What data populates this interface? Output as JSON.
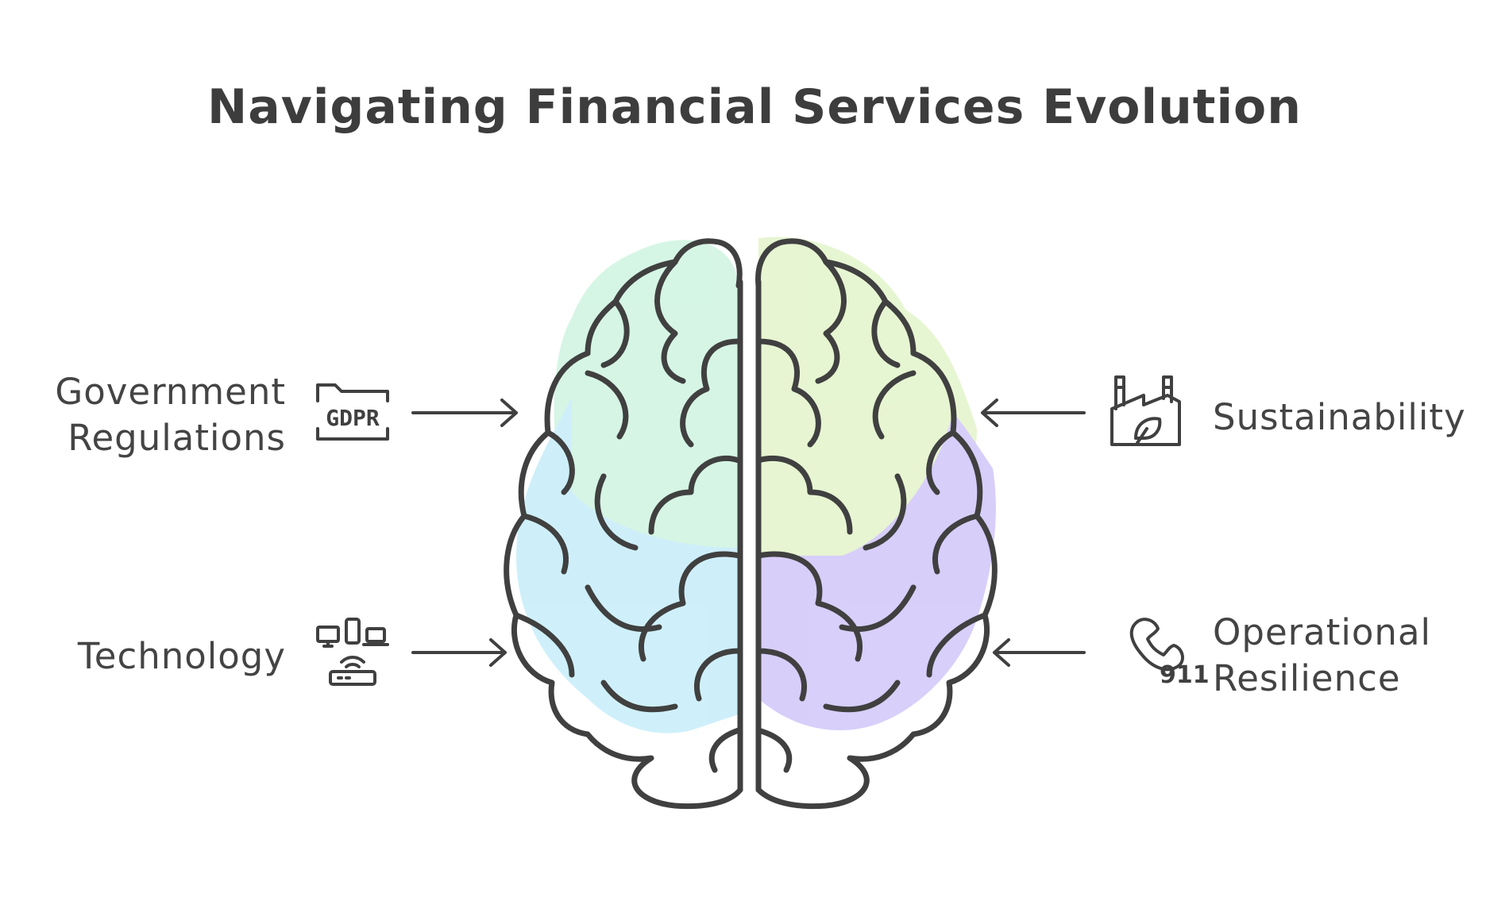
{
  "title": "Navigating Financial Services Evolution",
  "colors": {
    "stroke": "#404040",
    "green": "#d4f5e4",
    "lime": "#e6f5d0",
    "blue": "#cceffa",
    "purple": "#d6ccfa"
  },
  "labels": {
    "government_regulations": [
      "Government",
      "Regulations"
    ],
    "technology": [
      "Technology"
    ],
    "sustainability": [
      "Sustainability"
    ],
    "operational_resilience": [
      "Operational",
      "Resilience"
    ]
  },
  "icons": {
    "gdpr": {
      "name": "gdpr-folder-icon",
      "text": "GDPR"
    },
    "technology": {
      "name": "devices-network-icon"
    },
    "sustainability": {
      "name": "factory-leaf-icon"
    },
    "resilience": {
      "name": "phone-911-icon",
      "text": "911"
    }
  }
}
